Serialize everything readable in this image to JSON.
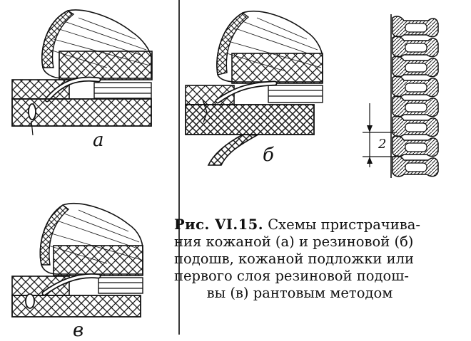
{
  "panels": {
    "a": {
      "label": "а"
    },
    "b": {
      "label": "б"
    },
    "c": {
      "label": "в"
    }
  },
  "detail": {
    "dimension_label": "2"
  },
  "caption": {
    "figure_id": "Рис. VI.15.",
    "line1": "Схемы пристрачива-",
    "line2": "ния кожаной (а) и резиновой (б)",
    "line3": "подошв, кожаной подложки или",
    "line4": "первого слоя резиновой подош-",
    "line5": "вы (в) рантовым методом"
  }
}
